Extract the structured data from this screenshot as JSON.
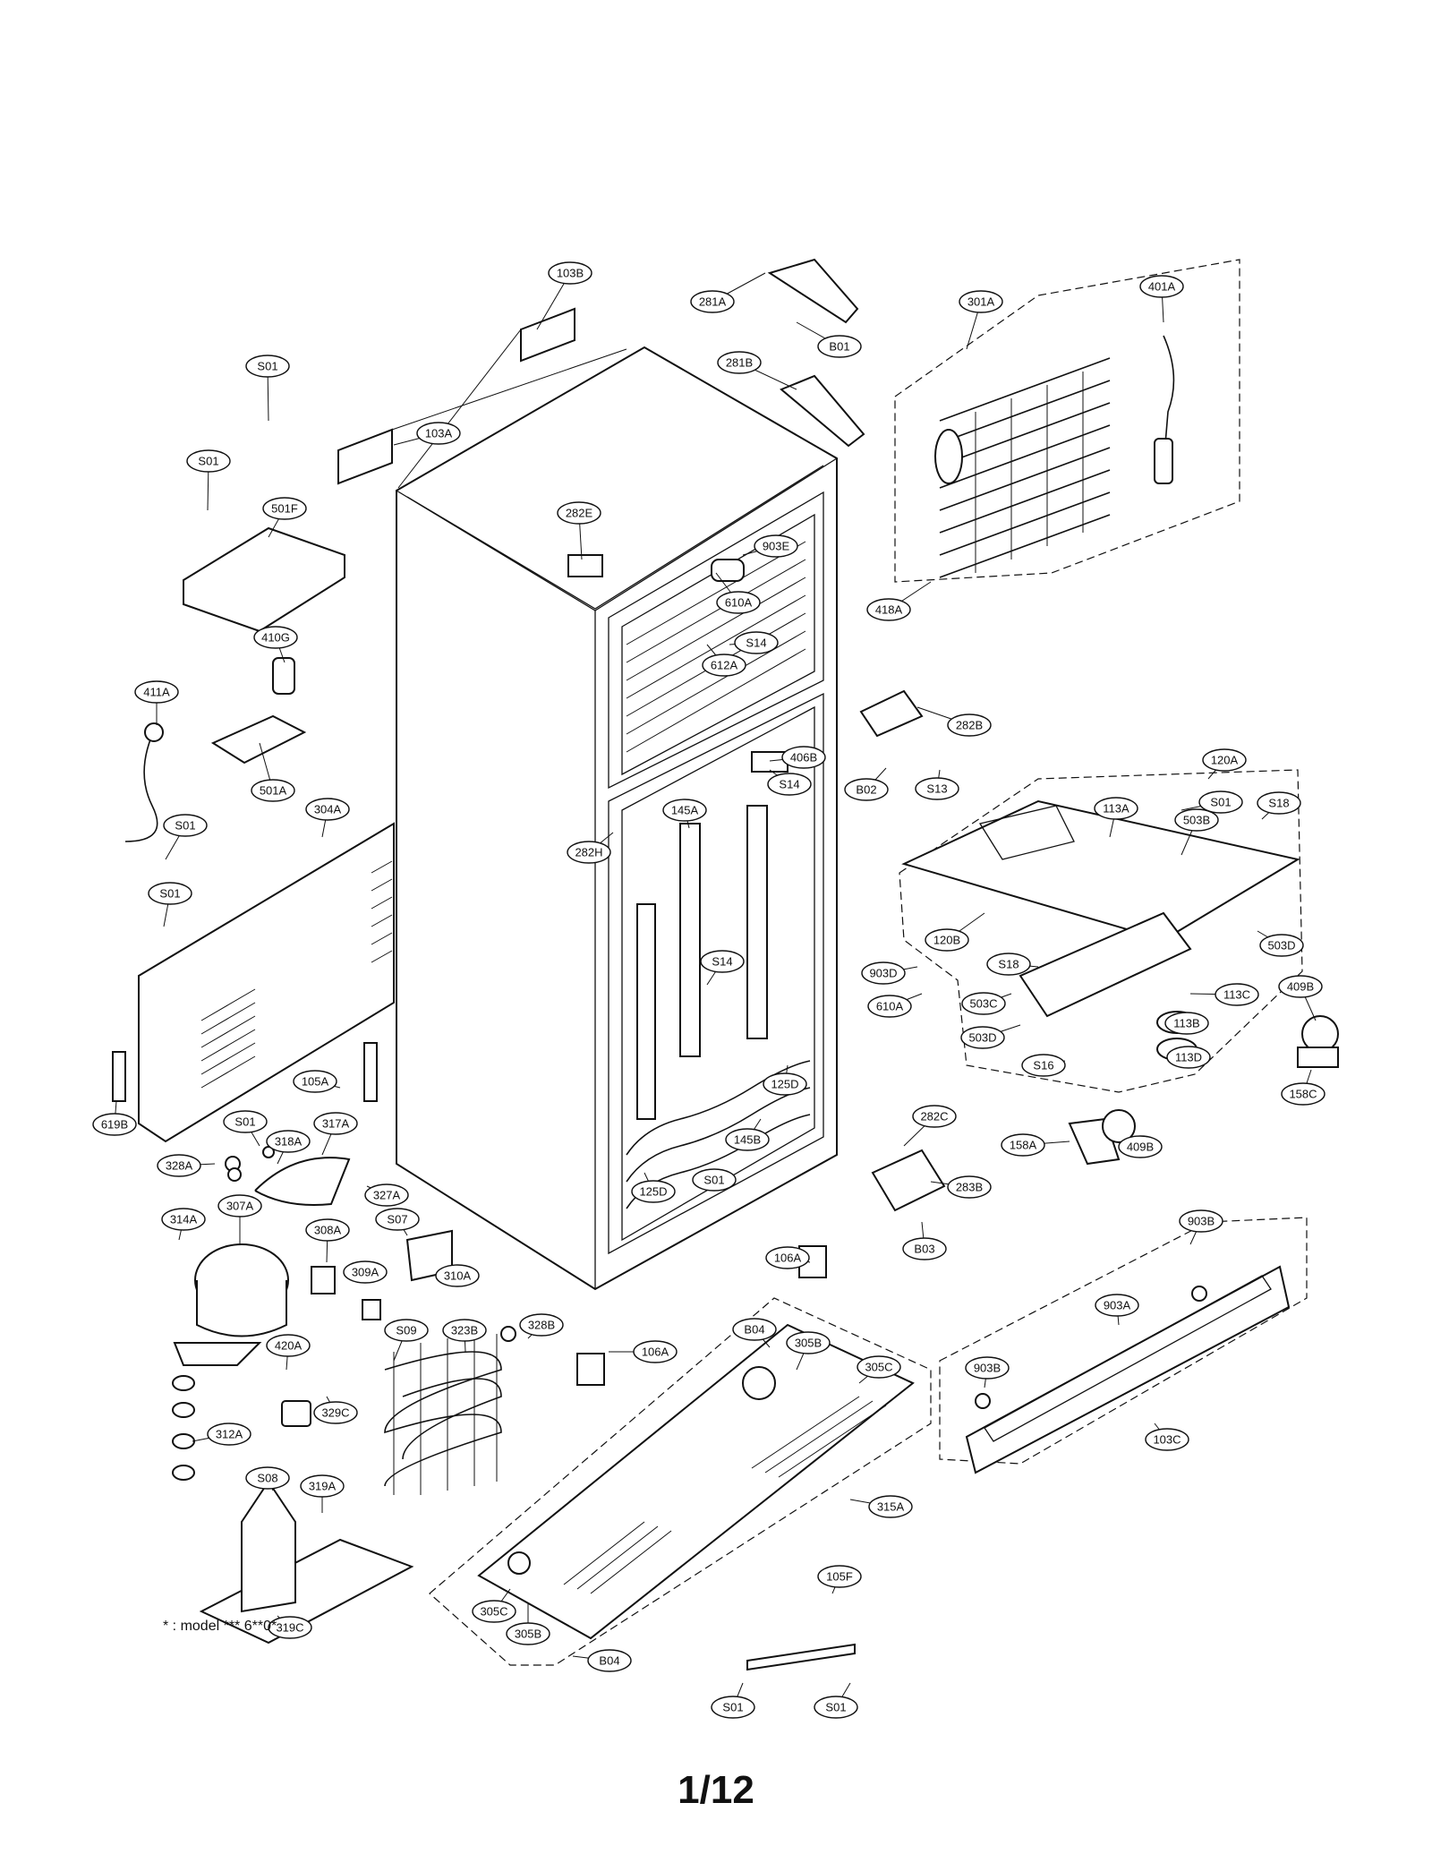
{
  "diagram": {
    "page_number": "1/12",
    "note": "* : model *** 6**0*",
    "labels": [
      "103B",
      "S01",
      "103A",
      "S01",
      "501F",
      "410G",
      "411A",
      "501A",
      "S01",
      "304A",
      "S01",
      "619B",
      "281A",
      "B01",
      "281B",
      "282E",
      "903E",
      "610A",
      "S14",
      "612A",
      "282B",
      "B02",
      "S13",
      "406B",
      "S14",
      "301A",
      "401A",
      "418A",
      "120A",
      "S01",
      "S18",
      "113A",
      "503B",
      "120B",
      "503D",
      "S18",
      "903D",
      "610A",
      "503C",
      "113C",
      "409B",
      "503D",
      "113B",
      "113D",
      "S16",
      "158C",
      "145A",
      "282H",
      "S14",
      "125D",
      "145B",
      "S01",
      "125D",
      "282C",
      "158A",
      "409B",
      "283B",
      "B03",
      "105A",
      "S01",
      "318A",
      "317A",
      "328A",
      "327A",
      "314A",
      "307A",
      "308A",
      "S07",
      "309A",
      "310A",
      "106A",
      "106A",
      "323B",
      "328B",
      "S09",
      "420A",
      "329C",
      "312A",
      "S08",
      "319A",
      "319C",
      "B04",
      "305B",
      "305C",
      "315A",
      "305C",
      "305B",
      "B04",
      "903B",
      "903A",
      "903B",
      "103C",
      "105F",
      "S01",
      "S01"
    ]
  }
}
